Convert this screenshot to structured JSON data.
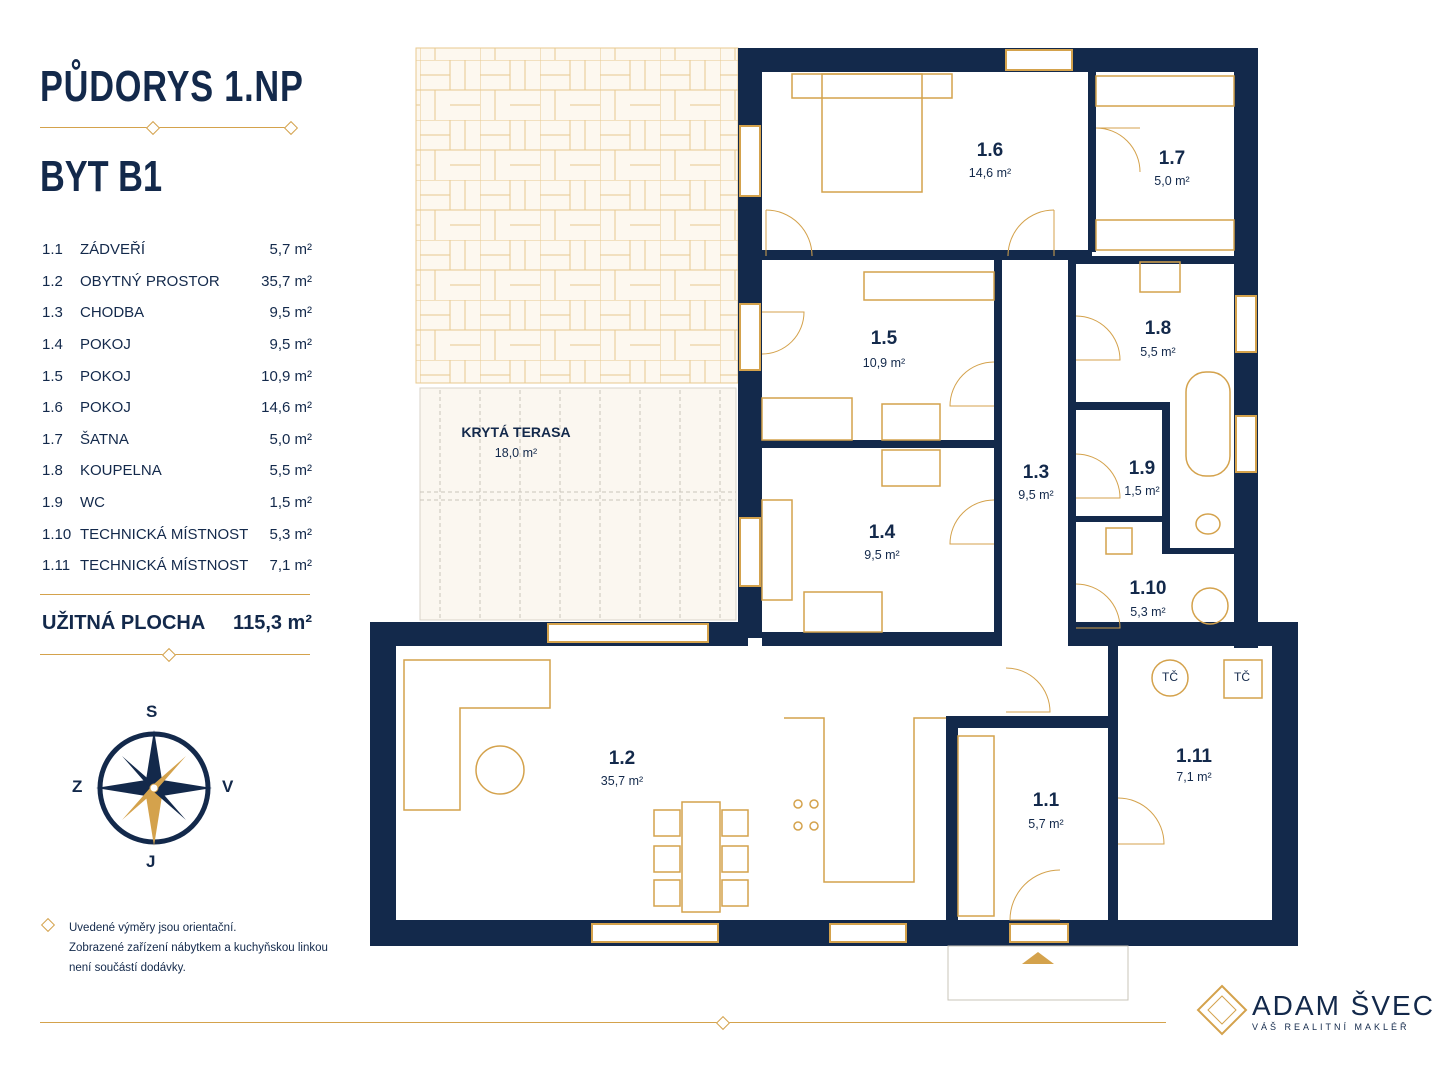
{
  "title": "PŮDORYS 1.NP",
  "subtitle": "BYT B1",
  "rooms": [
    {
      "num": "1.1",
      "name": "ZÁDVEŘÍ",
      "area": "5,7 m²"
    },
    {
      "num": "1.2",
      "name": "OBYTNÝ PROSTOR",
      "area": "35,7 m²"
    },
    {
      "num": "1.3",
      "name": "CHODBA",
      "area": "9,5 m²"
    },
    {
      "num": "1.4",
      "name": "POKOJ",
      "area": "9,5 m²"
    },
    {
      "num": "1.5",
      "name": "POKOJ",
      "area": "10,9 m²"
    },
    {
      "num": "1.6",
      "name": "POKOJ",
      "area": "14,6 m²"
    },
    {
      "num": "1.7",
      "name": "ŠATNA",
      "area": "5,0 m²"
    },
    {
      "num": "1.8",
      "name": "KOUPELNA",
      "area": "5,5 m²"
    },
    {
      "num": "1.9",
      "name": "WC",
      "area": "1,5 m²"
    },
    {
      "num": "1.10",
      "name": "TECHNICKÁ MÍSTNOST",
      "area": "5,3 m²"
    },
    {
      "num": "1.11",
      "name": "TECHNICKÁ MÍSTNOST",
      "area": "7,1 m²"
    }
  ],
  "total": {
    "label": "UŽITNÁ PLOCHA",
    "value": "115,3 m²"
  },
  "compass": {
    "north": "S",
    "south": "J",
    "west": "Z",
    "east": "V"
  },
  "note": [
    "Uvedené výměry jsou orientační.",
    "Zobrazené zařízení nábytkem a kuchyňskou linkou",
    "není součástí dodávky."
  ],
  "plan_labels": {
    "r11": {
      "num": "1.1",
      "area": "5,7 m²"
    },
    "r12": {
      "num": "1.2",
      "area": "35,7 m²"
    },
    "r13": {
      "num": "1.3",
      "area": "9,5 m²"
    },
    "r14": {
      "num": "1.4",
      "area": "9,5 m²"
    },
    "r15": {
      "num": "1.5",
      "area": "10,9 m²"
    },
    "r16": {
      "num": "1.6",
      "area": "14,6 m²"
    },
    "r17": {
      "num": "1.7",
      "area": "5,0 m²"
    },
    "r18": {
      "num": "1.8",
      "area": "5,5 m²"
    },
    "r19": {
      "num": "1.9",
      "area": "1,5 m²"
    },
    "r110": {
      "num": "1.10",
      "area": "5,3 m²"
    },
    "r111": {
      "num": "1.11",
      "area": "7,1 m²"
    },
    "terrace": {
      "name": "KRYTÁ TERASA",
      "area": "18,0 m²"
    },
    "tc1": "TČ",
    "tc2": "TČ"
  },
  "brand": {
    "name": "ADAM ŠVEC",
    "tagline": "VÁŠ REALITNÍ MAKLÉŘ"
  },
  "colors": {
    "navy": "#13294b",
    "gold": "#d4a24c"
  }
}
